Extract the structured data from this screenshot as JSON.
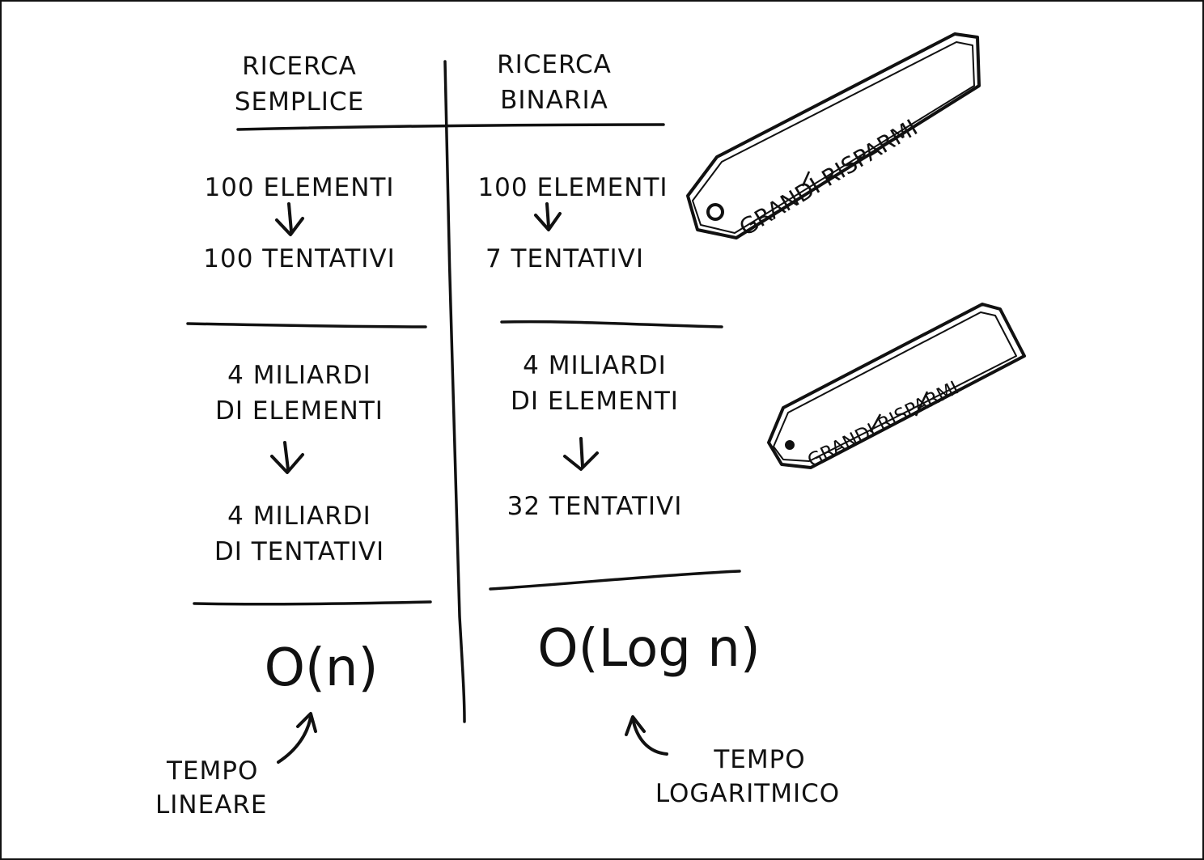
{
  "left_column": {
    "header": [
      "RICERCA",
      "SEMPLICE"
    ],
    "row1": {
      "input": "100 ELEMENTI",
      "output": "100 TENTATIVI"
    },
    "row2": {
      "input": [
        "4 MILIARDI",
        "DI ELEMENTI"
      ],
      "output": [
        "4 MILIARDI",
        "DI TENTATIVI"
      ]
    },
    "complexity": "O(n)",
    "note": [
      "TEMPO",
      "LINEARE"
    ]
  },
  "right_column": {
    "header": [
      "RICERCA",
      "BINARIA"
    ],
    "row1": {
      "input": "100 ELEMENTI",
      "output": "7 TENTATIVI"
    },
    "row2": {
      "input": [
        "4 MILIARDI",
        "DI ELEMENTI"
      ],
      "output": "32 TENTATIVI"
    },
    "complexity": "O(Log n)",
    "note": [
      "TEMPO",
      "LOGARITMICO"
    ]
  },
  "tags": [
    {
      "text": "GRANDI RISPARMI"
    },
    {
      "text": "GRANDI RISPARMI"
    }
  ],
  "colors": {
    "ink": "#111111",
    "background": "#ffffff"
  }
}
